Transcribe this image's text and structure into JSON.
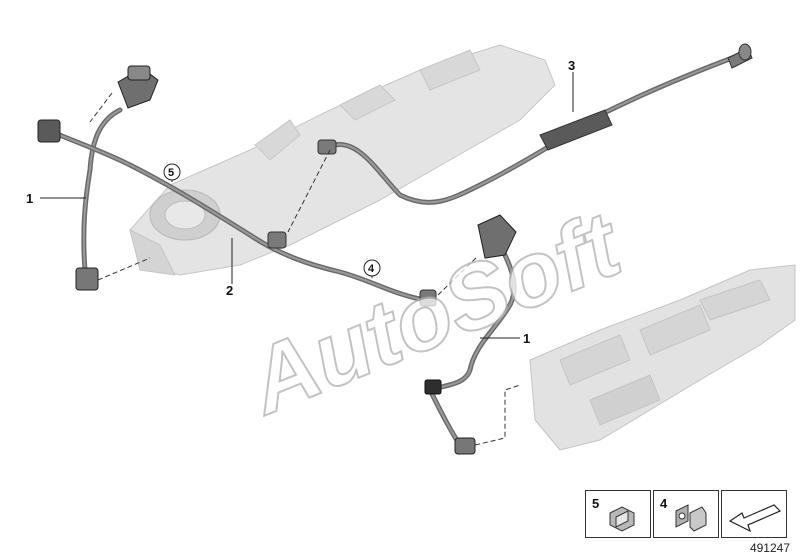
{
  "watermark": "AutoSoft",
  "callouts": {
    "c1a": "1",
    "c1b": "1",
    "c2": "2",
    "c3": "3",
    "c4": "4",
    "c5": "5"
  },
  "legend": [
    {
      "number": "5"
    },
    {
      "number": "4"
    },
    {
      "number": ""
    }
  ],
  "diagram_id": "491247",
  "colors": {
    "hose": "#6b6b6b",
    "engine_ghost": "#d9d9d9",
    "line": "#222222"
  }
}
